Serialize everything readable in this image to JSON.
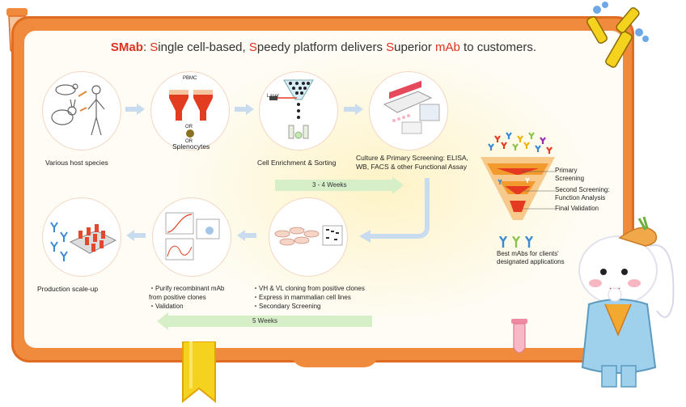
{
  "title": {
    "p1": "SMab",
    "p2": ": ",
    "p3": "S",
    "p4": "ingle cell-based, ",
    "p5": "S",
    "p6": "peedy platform delivers ",
    "p7": "S",
    "p8": "uperior ",
    "p9": "mAb",
    "p10": " to customers."
  },
  "steps": {
    "host": "Various host species",
    "pbmc": "PBMC",
    "or1": "OR",
    "or2": "OR",
    "splenocytes": "Splenocytes",
    "laser": "Laser",
    "enrichment": "Cell Enrichment & Sorting",
    "culture_l1": "Culture  & Primary Screening: ELISA,",
    "culture_l2": "WB, FACS & other Functional Assay",
    "production": "Production scale-up",
    "purify_l1": "・Purify recombinant mAb",
    "purify_l2": "  from positive clones",
    "purify_l3": "・Validation",
    "vh_l1": "・VH & VL cloning from positive clones",
    "vh_l2": "・Express in mammalian cell lines",
    "vh_l3": "・Secondary Screening"
  },
  "timeline": {
    "top": "3 - 4 Weeks",
    "bottom": "5 Weeks"
  },
  "funnel": {
    "primary_l1": "Primary",
    "primary_l2": "Screening",
    "second_l1": "Second Screening:",
    "second_l2": "Function Analysis",
    "final": "Final Validation",
    "result_l1": "Best mAbs for clients'",
    "result_l2": "designated applications"
  },
  "colors": {
    "board": "#f08a3c",
    "accent_red": "#e0301e",
    "bar": "#d7efc8",
    "arrow": "#c9dcef",
    "funnel_orange": "#f39a2e",
    "funnel_red": "#e53a21"
  }
}
